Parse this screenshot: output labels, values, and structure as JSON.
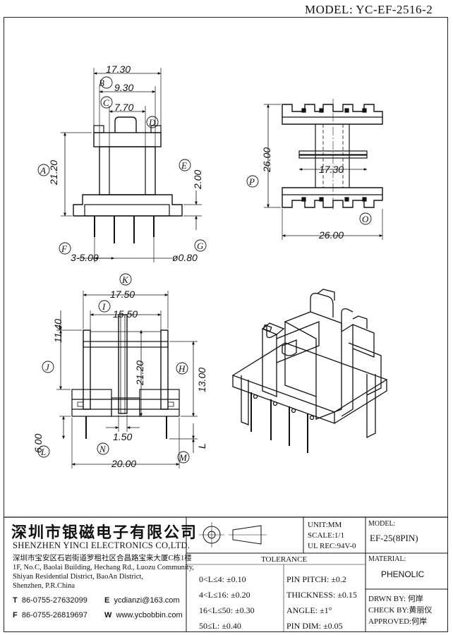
{
  "model": "MODEL: YC-EF-2516-2",
  "top_view": {
    "dims": [
      "17.30",
      "9.30",
      "7.70",
      "21.20",
      "2.00",
      "3-5.00",
      "ø0.80"
    ],
    "labels": [
      "B",
      "C",
      "D",
      "A",
      "E",
      "F",
      "G"
    ]
  },
  "side_view": {
    "dims": [
      "26.00",
      "17.30",
      "26.00"
    ],
    "labels": [
      "P",
      "O"
    ]
  },
  "front_view": {
    "dims": [
      "17.50",
      "15.50",
      "11.40",
      "21.20",
      "13.00",
      "1.50",
      "6.00",
      "20.00",
      "L"
    ],
    "labels": [
      "K",
      "I",
      "J",
      "H",
      "L",
      "N",
      "M"
    ]
  },
  "company": {
    "name_cn": "深圳市银磁电子有限公司",
    "name_en": "SHENZHEN YINCI ELECTRONICS CO,LTD.",
    "address_lines": [
      "深圳市宝安区石岩街道罗租社区合昌路宝来大厦C栋1楼",
      "1F, No.C, Baolai Building, Hechang Rd., Luozu Community,",
      "Shiyan Residential District, BaoAn District,",
      "Shenzhen, P.R.China"
    ],
    "tel_prefix": "T",
    "tel": "86-0755-27632099",
    "fax_prefix": "F",
    "fax": "86-0755-26819697",
    "email_prefix": "E",
    "email": "ycdianzi@163.com",
    "web_prefix": "W",
    "web": "www.ycbobbin.com"
  },
  "specs": {
    "unit": "UNIT:MM",
    "scale": "SCALE:1/1",
    "ul": "UL REC:94V-0",
    "model_label": "MODEL:",
    "model_value": "EF-25(8PIN)",
    "material_label": "MATERIAL:",
    "material_value": "PHENOLIC",
    "drawn": "DRWN BY: 何岸",
    "check": "CHECK BY:黄丽仪",
    "approved": "APPROVED:何岸"
  },
  "tolerance": {
    "title": "TOLERANCE",
    "left": [
      "0<L≤4: ±0.10",
      "4<L≤16: ±0.20",
      "16<L≤50: ±0.30",
      "50≤L: ±0.40"
    ],
    "right": [
      "PIN PITCH: ±0.2",
      "THICKNESS: ±0.15",
      "ANGLE: ±1°",
      "PIN DIM: ±0.05"
    ]
  }
}
